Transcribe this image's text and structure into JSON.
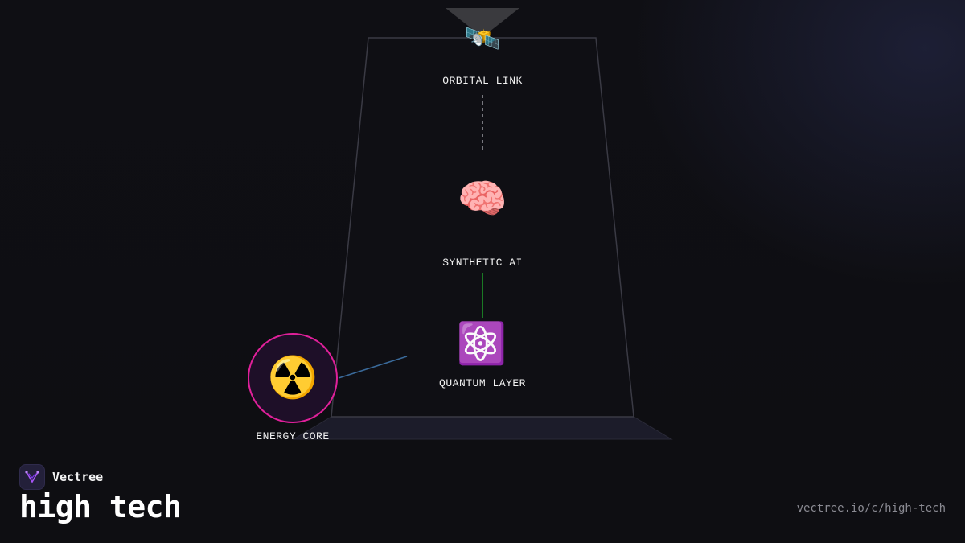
{
  "diagram": {
    "nodes": [
      {
        "id": "orbital-link",
        "label": "ORBITAL LINK",
        "icon": "satellite-icon",
        "glyph": "🛰️"
      },
      {
        "id": "synthetic-ai",
        "label": "SYNTHETIC AI",
        "icon": "brain-icon",
        "glyph": "🧠"
      },
      {
        "id": "quantum-layer",
        "label": "QUANTUM LAYER",
        "icon": "atom-icon",
        "glyph": "⚛️"
      },
      {
        "id": "energy-core",
        "label": "ENERGY CORE",
        "icon": "radioactive-icon",
        "glyph": "☢️"
      }
    ],
    "edges": [
      {
        "from": "orbital-link",
        "to": "synthetic-ai",
        "style": "dashed",
        "color": "#9a9aa2"
      },
      {
        "from": "synthetic-ai",
        "to": "quantum-layer",
        "style": "solid",
        "color": "#1f9d2a"
      },
      {
        "from": "energy-core",
        "to": "quantum-layer",
        "style": "solid",
        "color": "#3a6a9a"
      }
    ],
    "colors": {
      "background": "#0e0e12",
      "frame_stroke": "#3a3a44",
      "base_fill": "#1c1c2a",
      "core_ring": "#e0209a",
      "core_fill": "#1e0f28"
    }
  },
  "brand": {
    "name": "Vectree",
    "logo_icon": "vectree-logo-icon"
  },
  "footer": {
    "title": "high tech",
    "url": "vectree.io/c/high-tech"
  }
}
